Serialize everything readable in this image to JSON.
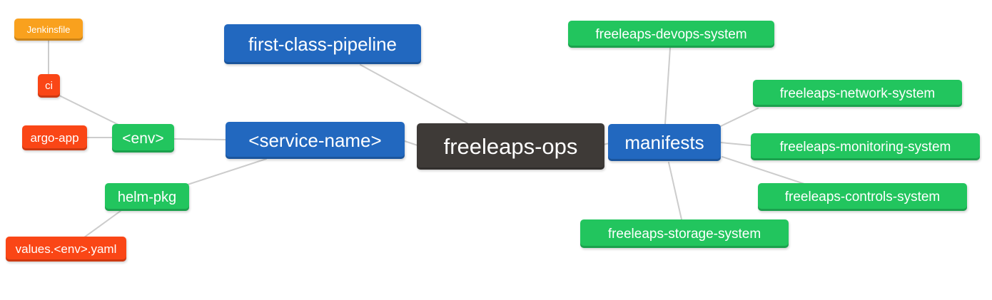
{
  "diagram": {
    "type": "mindmap",
    "root_label": "freeleaps-ops",
    "colors": {
      "root_node": "#3E3A37",
      "branch_blue": "#2268BF",
      "leaf_green": "#22C55E",
      "leaf_red": "#FA4616",
      "leaf_orange": "#F9A11E",
      "connector_line": "#CCCCCC",
      "node_text": "#FFFFFF",
      "background": "#FFFFFF"
    },
    "nodes": [
      {
        "id": "freeleaps-ops",
        "label": "freeleaps-ops",
        "parent": null,
        "color": "dark"
      },
      {
        "id": "first-class-pipeline",
        "label": "first-class-pipeline",
        "parent": "freeleaps-ops",
        "color": "blue"
      },
      {
        "id": "service-name",
        "label": "<service-name>",
        "parent": "freeleaps-ops",
        "color": "blue"
      },
      {
        "id": "manifests",
        "label": "manifests",
        "parent": "freeleaps-ops",
        "color": "blue"
      },
      {
        "id": "env",
        "label": "<env>",
        "parent": "service-name",
        "color": "green"
      },
      {
        "id": "helm-pkg",
        "label": "helm-pkg",
        "parent": "service-name",
        "color": "green"
      },
      {
        "id": "ci",
        "label": "ci",
        "parent": "env",
        "color": "red"
      },
      {
        "id": "argo-app",
        "label": "argo-app",
        "parent": "env",
        "color": "red"
      },
      {
        "id": "jenkinsfile",
        "label": "Jenkinsfile",
        "parent": "ci",
        "color": "orange"
      },
      {
        "id": "values-env-yaml",
        "label": "values.<env>.yaml",
        "parent": "helm-pkg",
        "color": "red"
      },
      {
        "id": "devops-system",
        "label": "freeleaps-devops-system",
        "parent": "manifests",
        "color": "green"
      },
      {
        "id": "network-system",
        "label": "freeleaps-network-system",
        "parent": "manifests",
        "color": "green"
      },
      {
        "id": "monitoring-system",
        "label": "freeleaps-monitoring-system",
        "parent": "manifests",
        "color": "green"
      },
      {
        "id": "controls-system",
        "label": "freeleaps-controls-system",
        "parent": "manifests",
        "color": "green"
      },
      {
        "id": "storage-system",
        "label": "freeleaps-storage-system",
        "parent": "manifests",
        "color": "green"
      }
    ],
    "edges": [
      [
        "jenkinsfile",
        "ci"
      ],
      [
        "ci",
        "env"
      ],
      [
        "argo-app",
        "env"
      ],
      [
        "env",
        "service-name"
      ],
      [
        "helm-pkg",
        "service-name"
      ],
      [
        "values-env-yaml",
        "helm-pkg"
      ],
      [
        "first-class-pipeline",
        "freeleaps-ops"
      ],
      [
        "service-name",
        "freeleaps-ops"
      ],
      [
        "freeleaps-ops",
        "manifests"
      ],
      [
        "manifests",
        "devops-system"
      ],
      [
        "manifests",
        "network-system"
      ],
      [
        "manifests",
        "monitoring-system"
      ],
      [
        "manifests",
        "controls-system"
      ],
      [
        "manifests",
        "storage-system"
      ]
    ]
  }
}
